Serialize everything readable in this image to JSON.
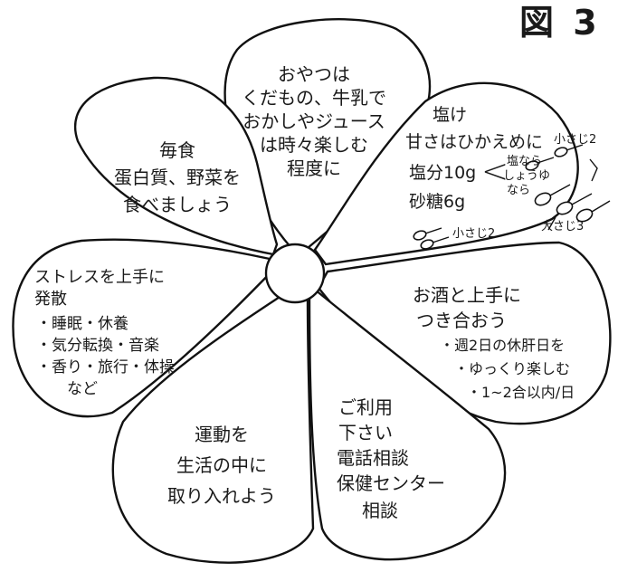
{
  "figure_label": "図 3",
  "petals": {
    "snacks": {
      "lines": [
        "おやつは",
        "くだもの、牛乳で",
        "おかしやジュース",
        "は時々楽しむ",
        "程度に"
      ]
    },
    "meals": {
      "lines": [
        "毎食",
        "蛋白質、野菜を",
        "食べましょう"
      ]
    },
    "salt": {
      "lines": [
        "塩け",
        "甘さはひかえめに"
      ],
      "salt_label": "塩分10g",
      "soy_note": [
        "塩なら",
        "しょうゆ",
        "なら"
      ],
      "sugar_label": "砂糖6g",
      "spoon_small_2_top": "小さじ2",
      "spoon_small_2_bottom": "小さじ2",
      "spoon_large_3": "大さじ3"
    },
    "alcohol": {
      "lines": [
        "お酒と上手に",
        "つき合おう"
      ],
      "bullets": [
        "・週2日の休肝日を",
        "・ゆっくり楽しむ",
        "・1~2合以内/日"
      ]
    },
    "consult": {
      "lines": [
        "ご利用",
        "下さい",
        "電話相談",
        "保健センター",
        "相談"
      ]
    },
    "exercise": {
      "lines": [
        "運動を",
        "生活の中に",
        "取り入れよう"
      ]
    },
    "stress": {
      "lines": [
        "ストレスを上手に",
        "発散"
      ],
      "bullets": [
        "・睡眠・休養",
        "・気分転換・音楽",
        "・香り・旅行・体操",
        "など"
      ]
    }
  }
}
